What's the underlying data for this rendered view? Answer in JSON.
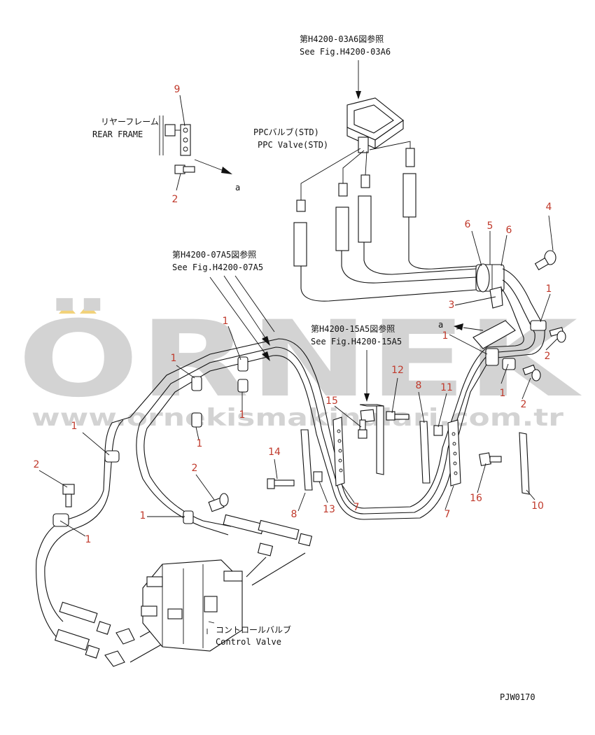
{
  "colors": {
    "part_number": "#c0392b",
    "ink": "#111111",
    "watermark": "#d3d3d3",
    "watermark_accent": "#f2d27a"
  },
  "watermark": {
    "brand": "ÖRNEK",
    "url": "www.ornekismakinalari.com.tr"
  },
  "labels": {
    "ref_03a6_jp": "第H4200-03A6図参照",
    "ref_03a6_en": "See Fig.H4200-03A6",
    "ppc_jp": "PPCバルブ(STD)",
    "ppc_en": "PPC Valve(STD)",
    "rear_frame_jp": "リヤーフレーム",
    "rear_frame_en": "REAR FRAME",
    "ref_07a5_jp": "第H4200-07A5図参照",
    "ref_07a5_en": "See Fig.H4200-07A5",
    "ref_15a5_jp": "第H4200-15A5図参照",
    "ref_15a5_en": "See Fig.H4200-15A5",
    "control_valve_jp": "コントロールバルブ",
    "control_valve_en": "Control Valve",
    "view_a_top": "a",
    "view_a_mid": "a",
    "drawing_code": "PJW0170"
  },
  "callouts": [
    {
      "id": "c9",
      "text": "9"
    },
    {
      "id": "c2a",
      "text": "2"
    },
    {
      "id": "c4",
      "text": "4"
    },
    {
      "id": "c6a",
      "text": "6"
    },
    {
      "id": "c5",
      "text": "5"
    },
    {
      "id": "c6b",
      "text": "6"
    },
    {
      "id": "c3",
      "text": "3"
    },
    {
      "id": "c1a",
      "text": "1"
    },
    {
      "id": "c1b",
      "text": "1"
    },
    {
      "id": "c2b",
      "text": "2"
    },
    {
      "id": "c1c",
      "text": "1"
    },
    {
      "id": "c2c",
      "text": "2"
    },
    {
      "id": "c1d",
      "text": "1"
    },
    {
      "id": "c1e",
      "text": "1"
    },
    {
      "id": "c1f",
      "text": "1"
    },
    {
      "id": "c1g",
      "text": "1"
    },
    {
      "id": "c1h",
      "text": "1"
    },
    {
      "id": "c2d",
      "text": "2"
    },
    {
      "id": "c2e",
      "text": "2"
    },
    {
      "id": "c1i",
      "text": "1"
    },
    {
      "id": "c1j",
      "text": "1"
    },
    {
      "id": "c15",
      "text": "15"
    },
    {
      "id": "c12",
      "text": "12"
    },
    {
      "id": "c8a",
      "text": "8"
    },
    {
      "id": "c11",
      "text": "11"
    },
    {
      "id": "c14",
      "text": "14"
    },
    {
      "id": "c16",
      "text": "16"
    },
    {
      "id": "c10",
      "text": "10"
    },
    {
      "id": "c8b",
      "text": "8"
    },
    {
      "id": "c13",
      "text": "13"
    },
    {
      "id": "c7a",
      "text": "7"
    },
    {
      "id": "c7b",
      "text": "7"
    }
  ]
}
